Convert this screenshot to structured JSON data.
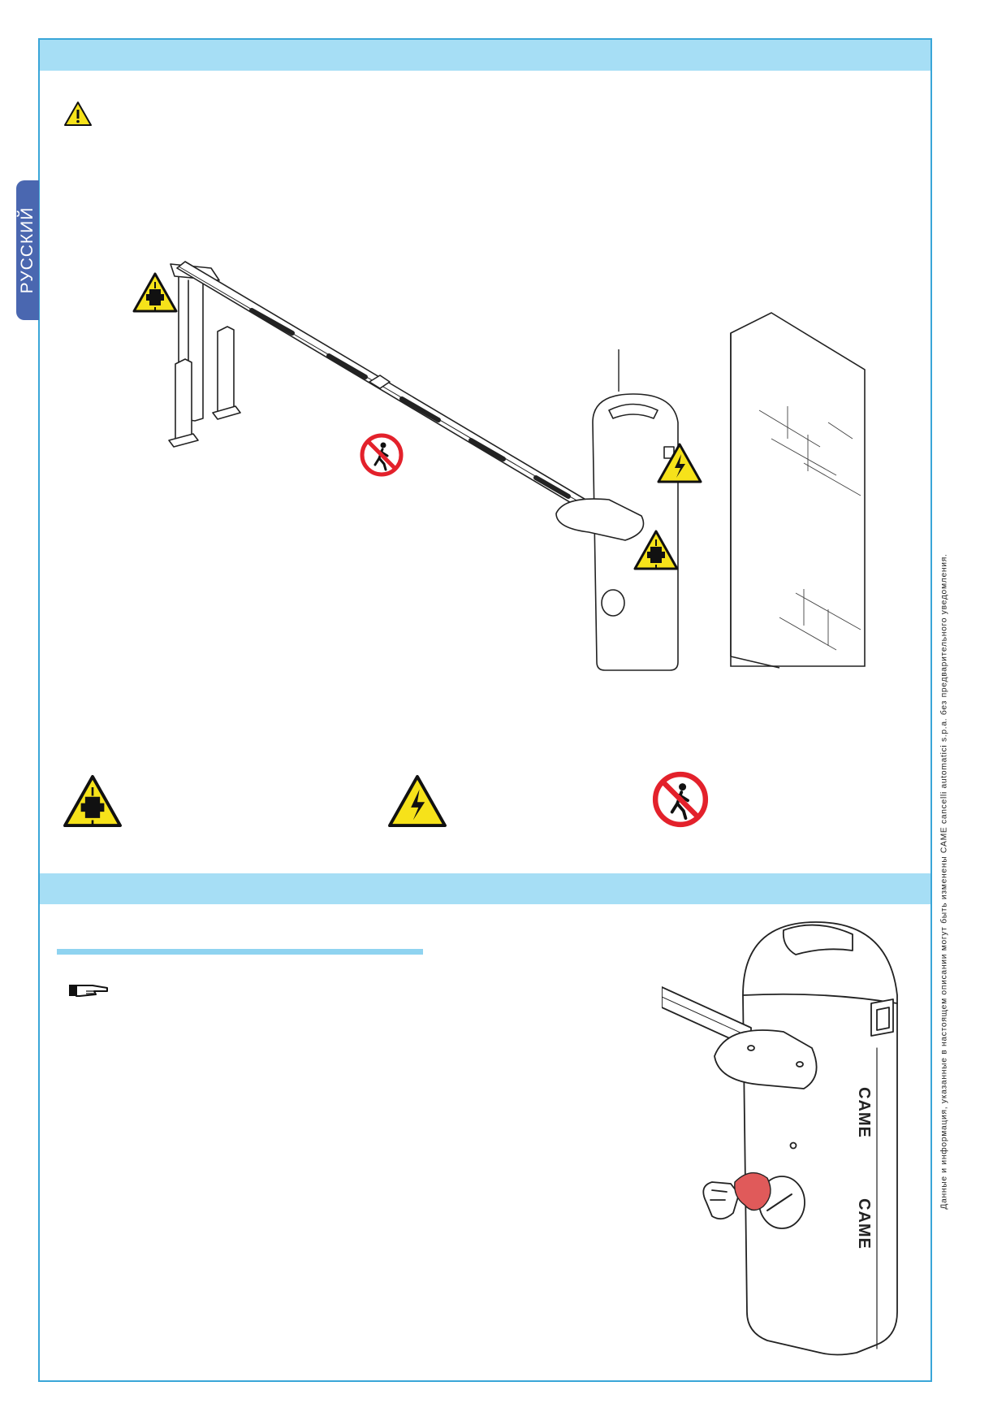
{
  "language_tab": "РУССКИЙ",
  "side_note": "Данные и информация, указанные в настоящем описании могут быть изменены CAME cancelli automatici s.p.a. без предварительного уведомления.",
  "brand": "CAME",
  "icons": [
    "warning-icon",
    "crush-hazard-icon",
    "electric-shock-icon",
    "no-pedestrian-icon",
    "pointing-hand-icon"
  ],
  "colors": {
    "frame": "#3aa6d8",
    "band": "#a6def5",
    "tab": "#4a67b0",
    "warning_yellow": "#f6e21a",
    "prohibition_red": "#e3212b",
    "hand_red": "#e05a5a"
  }
}
